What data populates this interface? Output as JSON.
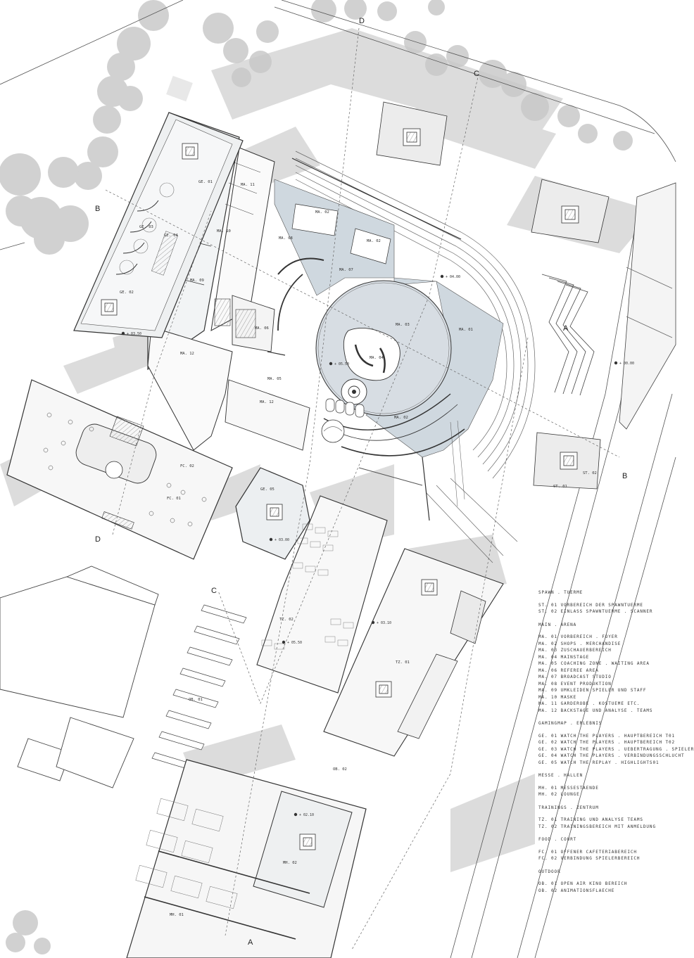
{
  "legend": [
    {
      "title": "SPAWN . TUERME",
      "items": [
        "ST. 01  VORBEREICH DER SPAWNTUERME",
        "ST. 02  EINLASS SPAWNTUERME . SCANNER"
      ]
    },
    {
      "title": "MAIN . ARENA",
      "items": [
        "MA. 01  VORBEREICH . FOYER",
        "MA. 02  SHOPS . MERCHANDISE",
        "MA. 03  ZUSCHAUERBEREICH",
        "MA. 04  MAINSTAGE",
        "MA. 05  COACHING ZONE . WAITING AREA",
        "MA. 06  REFEREE AREA",
        "MA. 07  BROADCAST STUDIO",
        "MA. 08  EVENT PRODUKTION",
        "MA. 09  UMKLEIDEN SPIELER UND STAFF",
        "MA. 10  MASKE",
        "MA. 11  GARDEROBE . KOSTUEME ETC.",
        "MA. 12  BACKSTAGE UND ANALYSE . TEAMS"
      ]
    },
    {
      "title": "GAMINGMAP . ERLEBNIS",
      "items": [
        "GE. 01  WATCH THE PLAYERS . HAUPTBEREICH T01",
        "GE. 02  WATCH THE PLAYERS . HAUPTBEREICH T02",
        "GE. 03  WATCH THE PLAYERS . UEBERTRAGUNG . SPIELER",
        "GE. 04  WATCH THE PLAYERS . VERBINDUNGSSCHLUCHT",
        "GE. 05  WATCH THE REPLAY . HIGHLIGHTS01"
      ]
    },
    {
      "title": "MESSE . HALLEN",
      "items": [
        "MH. 01  MESSESTAENDE",
        "MH. 02  LOUNGE"
      ]
    },
    {
      "title": "TRAININGS . ZENTRUM",
      "items": [
        "TZ. 01  TRAINING UND ANALYSE TEAMS",
        "TZ. 02  TRAININGSBEREICH MIT ANMELDUNG"
      ]
    },
    {
      "title": "FOOD . COURT",
      "items": [
        "FC. 01  OFFENER CAFETERIABEREICH",
        "FC. 02  VERBINDUNG SPIELERBEREICH"
      ]
    },
    {
      "title": "OUTDOOR",
      "items": [
        "OB. 01  OPEN AIR KINO BEREICH",
        "OB. 02  ANIMATIONSFLAECHE"
      ]
    }
  ],
  "section_markers": {
    "A": "A",
    "B": "B",
    "C": "C",
    "D": "D"
  },
  "room_labels": {
    "ge01": "GE. 01",
    "ge02": "GE. 02",
    "ge03": "GE. 03",
    "ge04": "GE. 04",
    "ge05": "GE. 05",
    "ma01": "MA. 01",
    "ma02a": "MA. 02",
    "ma02b": "MA. 02",
    "ma02c": "MA. 02",
    "ma03": "MA. 03",
    "ma04": "MA. 04",
    "ma05": "MA. 05",
    "ma06": "MA. 06",
    "ma07": "MA. 07",
    "ma08": "MA. 08",
    "ma09": "MA. 09",
    "ma10": "MA. 10",
    "ma11": "MA. 11",
    "ma12a": "MA. 12",
    "ma12b": "MA. 12",
    "fc01": "FC. 01",
    "fc02": "FC. 02",
    "st01": "ST. 01",
    "st02": "ST. 02",
    "tz01": "TZ. 01",
    "tz02": "TZ. 02",
    "ob01": "OB. 01",
    "ob02": "OB. 02",
    "mh01": "MH. 01",
    "mh02": "MH. 02"
  },
  "level_marks": {
    "l1": "+ 03.50",
    "l2": "+ 04.00",
    "l3": "+ 05.50",
    "l4": "+ 00.00",
    "l5": "+ 03.00",
    "l6": "+ 05.50",
    "l7": "+ 03.10",
    "l8": "+ 02.10"
  }
}
